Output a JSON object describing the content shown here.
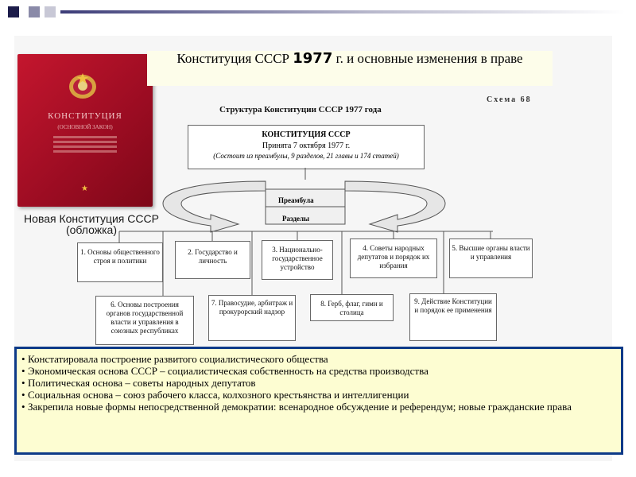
{
  "slide": {
    "title_before": "Конституция СССР ",
    "title_year": "1977",
    "title_after": " г. и основные изменения в праве"
  },
  "book": {
    "cover_title": "КОНСТИТУЦИЯ",
    "cover_subtitle": "(ОСНОВНОЙ ЗАКОН)",
    "caption": "Новая Конституция СССР (обложка)"
  },
  "diagram": {
    "schema_label": "Схема 68",
    "structure_title": "Структура Конституции СССР 1977 года",
    "main_title": "КОНСТИТУЦИЯ СССР",
    "adopted": "Принята 7 октября 1977 г.",
    "composition": "(Состоит из преамбулы, 9 разделов, 21 главы и 174 статей)",
    "preamble": "Преамбула",
    "sections_label": "Разделы",
    "sections": [
      "1. Основы общественного строя и политики",
      "2. Государство и личность",
      "3. Национально-государственное устройство",
      "4. Советы народных депутатов и порядок их избрания",
      "5. Высшие органы власти и управления",
      "6. Основы построения органов государственной власти и управления в союзных республиках",
      "7. Правосудие, арбитраж и прокурорский надзор",
      "8. Герб, флаг, гимн и столица",
      "9. Действие Конституции и порядок ее применения"
    ]
  },
  "summary": {
    "items": [
      "Констатировала построение развитого социалистического общества",
      "Экономическая основа СССР – социалистическая собственность на средства производства",
      "Политическая основа – советы народных депутатов",
      "Социальная основа – союз рабочего класса, колхозного крестьянства и интеллигенции",
      "Закрепила новые формы непосредственной демократии: всенародное обсуждение и референдум; новые гражданские права"
    ]
  },
  "colors": {
    "book": "#b01028",
    "summary_border": "#0d3a88",
    "summary_fill": "#fdfdd2",
    "title_fill": "#fdfdea"
  }
}
